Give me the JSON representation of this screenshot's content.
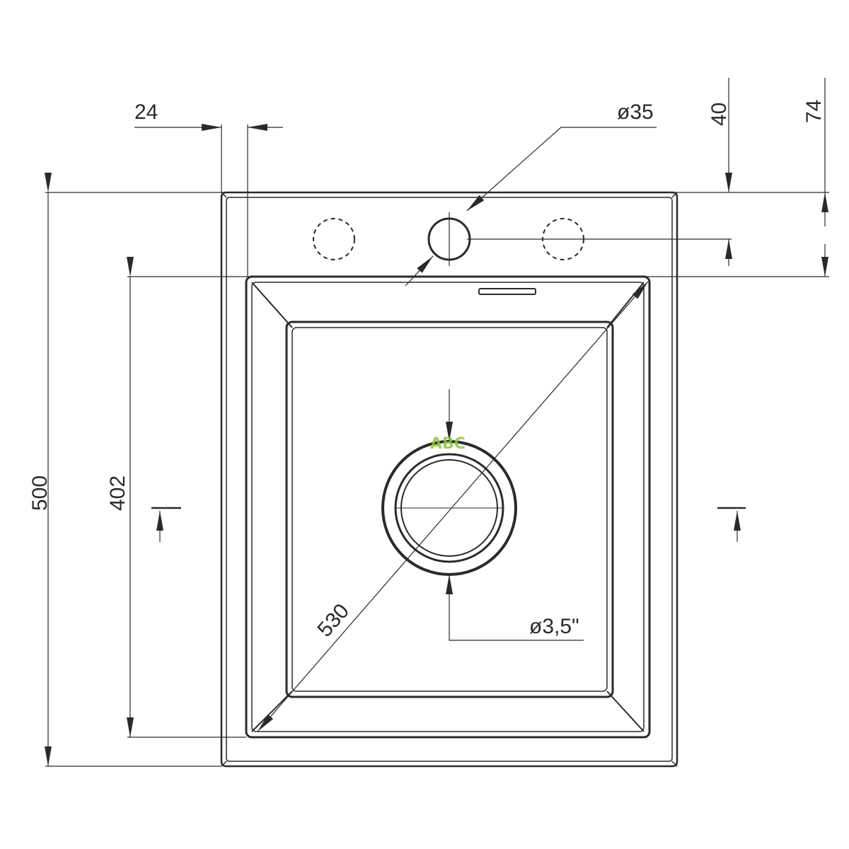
{
  "dimensions": {
    "width_offset": "24",
    "tap_hole_diameter": "ø35",
    "tap_hole_offset": "40",
    "bowl_offset": "74",
    "overall_length": "500",
    "bowl_length": "402",
    "diagonal": "530",
    "drain_diameter": "ø3,5\""
  },
  "watermark": "ABC",
  "colors": {
    "line": "#2a2a2a",
    "watermark": "#8cc63f"
  }
}
